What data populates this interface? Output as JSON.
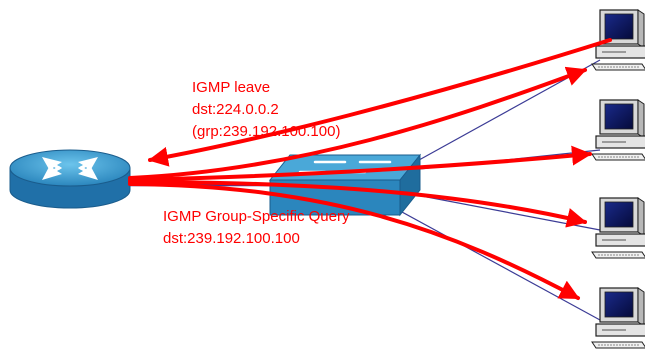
{
  "leave": {
    "line1": "IGMP leave",
    "line2": "dst:224.0.0.2",
    "line3": "(grp:239.192.100.100)"
  },
  "query": {
    "line1": "IGMP Group-Specific Query",
    "line2": "dst:239.192.100.100"
  },
  "colors": {
    "arrow": "#ff0000",
    "label_text": "#ff0000",
    "link": "#3c3c96",
    "device_blue": "#3a9ccf",
    "background": "#ffffff"
  },
  "icons": {
    "router": "router-icon",
    "switch": "switch-icon",
    "hosts": [
      "workstation-icon",
      "workstation-icon",
      "workstation-icon",
      "workstation-icon"
    ]
  }
}
